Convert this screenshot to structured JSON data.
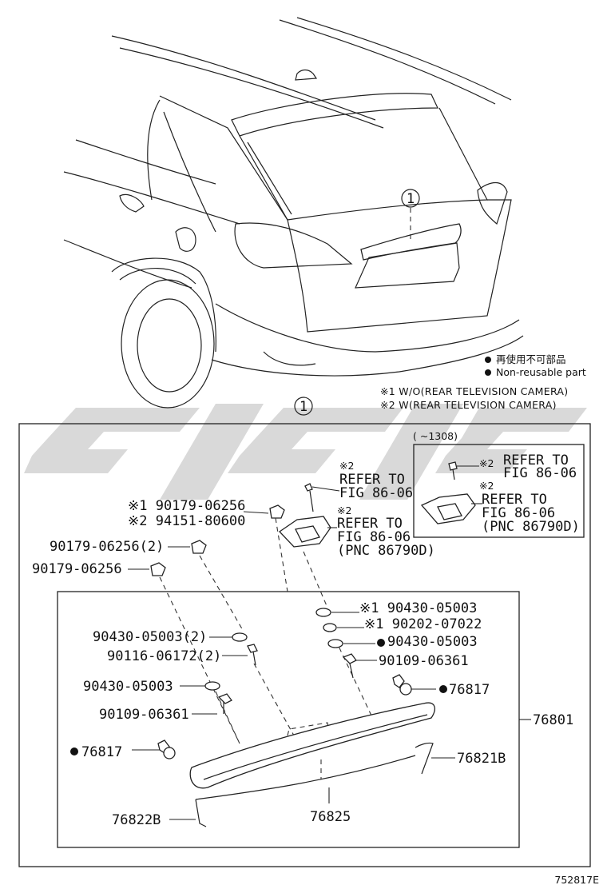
{
  "diagram": {
    "callout_id": "1",
    "legend": {
      "jp_text": "再使用不可部品",
      "en_text": "Non-reusable part",
      "note1": "※1 W/O(REAR TELEVISION CAMERA)",
      "note2": "※2 W(REAR TELEVISION CAMERA)"
    },
    "inset": {
      "range": "(     ~1308)",
      "refer_a_mark": "※2",
      "refer_a_line1": "REFER TO",
      "refer_a_line2": "FIG 86-06",
      "refer_b_mark": "※2",
      "refer_b_line1": "REFER TO",
      "refer_b_line2": "FIG 86-06",
      "refer_b_line3": "(PNC 86790D)"
    },
    "refer_top": {
      "mark": "※2",
      "line1": "REFER TO",
      "line2": "FIG 86-06"
    },
    "refer_mid": {
      "mark": "※2",
      "line1": "REFER TO",
      "line2": "FIG 86-06",
      "line3": "(PNC 86790D)"
    },
    "labels": {
      "p_90179_06256_n1": "※1 90179-06256",
      "p_94151_80600_n2": "※2 94151-80600",
      "p_90179_06256_2": "90179-06256(2)",
      "p_90179_06256": "90179-06256",
      "p_90430_05003_n1": "※1 90430-05003",
      "p_90202_07022_n1": "※1 90202-07022",
      "p_90430_05003_nr": "90430-05003",
      "p_90430_05003_2": "90430-05003(2)",
      "p_90116_06172_2": "90116-06172(2)",
      "p_90109_06361_r": "90109-06361",
      "p_90430_05003_l": "90430-05003",
      "p_76817_r": "76817",
      "p_90109_06361_l": "90109-06361",
      "p_76801": "76801",
      "p_76817_l": "76817",
      "p_76821B": "76821B",
      "p_76822B": "76822B",
      "p_76825": "76825"
    },
    "figure_code": "752817E"
  },
  "colors": {
    "line": "#222222",
    "watermark": "#d9d9d9",
    "background": "#ffffff"
  }
}
